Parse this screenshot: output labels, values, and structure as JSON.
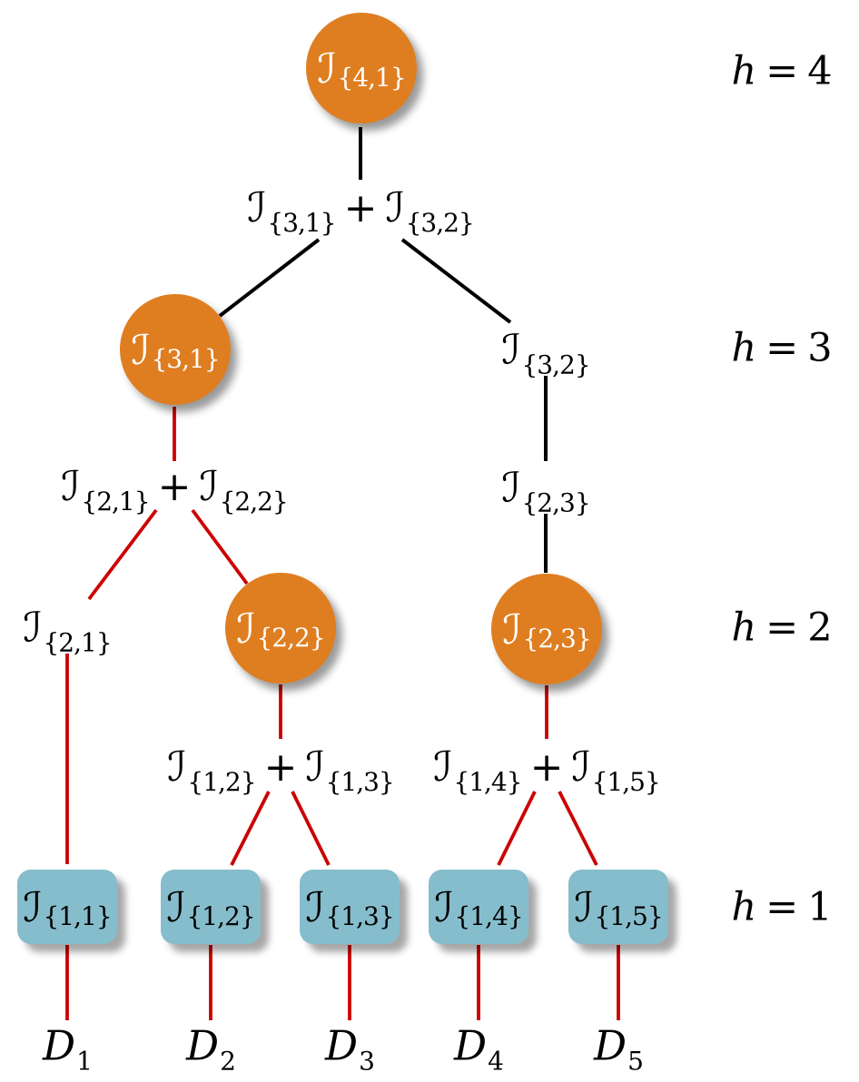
{
  "figure_type": "hierarchical interpolation tree diagram",
  "colors": {
    "background": "#ffffff",
    "circle_fill": "#DF7E20",
    "square_fill": "#86BDCC",
    "circle_text": "#ffffff",
    "text": "#000000",
    "edge_black": "#000000",
    "edge_red": "#CC0000",
    "shadow": "#9a9a9a"
  },
  "level_labels": [
    {
      "symbol": "h",
      "relation": "=",
      "value": "4"
    },
    {
      "symbol": "h",
      "relation": "=",
      "value": "3"
    },
    {
      "symbol": "h",
      "relation": "=",
      "value": "2"
    },
    {
      "symbol": "h",
      "relation": "=",
      "value": "1"
    }
  ],
  "nodes": {
    "I41_circle": {
      "shape": "circle",
      "level": 4,
      "symbol": "ℐ",
      "subscript": "{4,1}"
    },
    "I31_circle": {
      "shape": "circle",
      "level": 3,
      "symbol": "ℐ",
      "subscript": "{3,1}"
    },
    "I32_text": {
      "shape": "text",
      "level": 3,
      "symbol": "ℐ",
      "subscript": "{3,2}"
    },
    "I21_text": {
      "shape": "text",
      "level": 2,
      "symbol": "ℐ",
      "subscript": "{2,1}"
    },
    "I22_circle": {
      "shape": "circle",
      "level": 2,
      "symbol": "ℐ",
      "subscript": "{2,2}"
    },
    "I23_text": {
      "shape": "text",
      "level": 2,
      "symbol": "ℐ",
      "subscript": "{2,3}"
    },
    "I23_circle": {
      "shape": "circle",
      "level": 2,
      "symbol": "ℐ",
      "subscript": "{2,3}"
    },
    "I11_square": {
      "shape": "square",
      "level": 1,
      "symbol": "ℐ",
      "subscript": "{1,1}"
    },
    "I12_square": {
      "shape": "square",
      "level": 1,
      "symbol": "ℐ",
      "subscript": "{1,2}"
    },
    "I13_square": {
      "shape": "square",
      "level": 1,
      "symbol": "ℐ",
      "subscript": "{1,3}"
    },
    "I14_square": {
      "shape": "square",
      "level": 1,
      "symbol": "ℐ",
      "subscript": "{1,4}"
    },
    "I15_square": {
      "shape": "square",
      "level": 1,
      "symbol": "ℐ",
      "subscript": "{1,5}"
    }
  },
  "sum_labels": [
    {
      "id": "sum_h3",
      "left_symbol": "ℐ",
      "left_sub": "{3,1}",
      "operator": "+",
      "right_symbol": "ℐ",
      "right_sub": "{3,2}"
    },
    {
      "id": "sum_h2",
      "left_symbol": "ℐ",
      "left_sub": "{2,1}",
      "operator": "+",
      "right_symbol": "ℐ",
      "right_sub": "{2,2}"
    },
    {
      "id": "sum_h1a",
      "left_symbol": "ℐ",
      "left_sub": "{1,2}",
      "operator": "+",
      "right_symbol": "ℐ",
      "right_sub": "{1,3}"
    },
    {
      "id": "sum_h1b",
      "left_symbol": "ℐ",
      "left_sub": "{1,4}",
      "operator": "+",
      "right_symbol": "ℐ",
      "right_sub": "{1,5}"
    }
  ],
  "datasets": [
    {
      "symbol": "D",
      "subscript": "1"
    },
    {
      "symbol": "D",
      "subscript": "2"
    },
    {
      "symbol": "D",
      "subscript": "3"
    },
    {
      "symbol": "D",
      "subscript": "4"
    },
    {
      "symbol": "D",
      "subscript": "5"
    }
  ],
  "edges": [
    {
      "from": "I41_circle",
      "to": "sum_h3",
      "color": "black"
    },
    {
      "from": "sum_h3",
      "to": "I31_circle",
      "color": "black"
    },
    {
      "from": "sum_h3",
      "to": "I32_text",
      "color": "black"
    },
    {
      "from": "I32_text",
      "to": "I23_text",
      "color": "black"
    },
    {
      "from": "I23_text",
      "to": "I23_circle",
      "color": "black"
    },
    {
      "from": "I31_circle",
      "to": "sum_h2",
      "color": "red"
    },
    {
      "from": "sum_h2",
      "to": "I21_text",
      "color": "red"
    },
    {
      "from": "sum_h2",
      "to": "I22_circle",
      "color": "red"
    },
    {
      "from": "I21_text",
      "to": "I11_square",
      "color": "red"
    },
    {
      "from": "I22_circle",
      "to": "sum_h1a",
      "color": "red"
    },
    {
      "from": "I23_circle",
      "to": "sum_h1b",
      "color": "red"
    },
    {
      "from": "sum_h1a",
      "to": "I12_square",
      "color": "red"
    },
    {
      "from": "sum_h1a",
      "to": "I13_square",
      "color": "red"
    },
    {
      "from": "sum_h1b",
      "to": "I14_square",
      "color": "red"
    },
    {
      "from": "sum_h1b",
      "to": "I15_square",
      "color": "red"
    },
    {
      "from": "I11_square",
      "to": "D1",
      "color": "red"
    },
    {
      "from": "I12_square",
      "to": "D2",
      "color": "red"
    },
    {
      "from": "I13_square",
      "to": "D3",
      "color": "red"
    },
    {
      "from": "I14_square",
      "to": "D4",
      "color": "red"
    },
    {
      "from": "I15_square",
      "to": "D5",
      "color": "red"
    }
  ]
}
